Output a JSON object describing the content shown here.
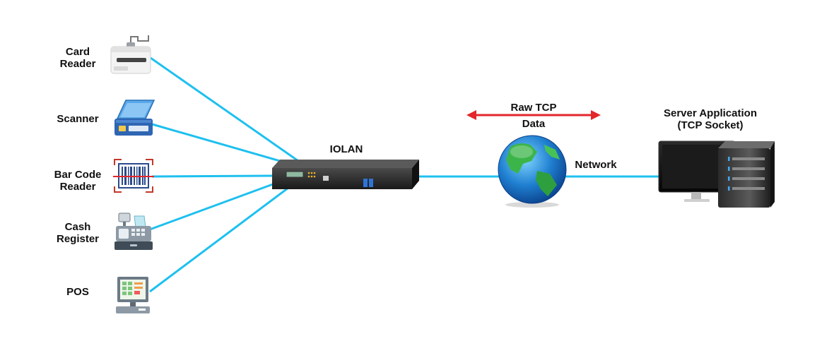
{
  "devices": [
    {
      "line1": "Card",
      "line2": "Reader",
      "icon": "card-reader-icon"
    },
    {
      "line1": "Scanner",
      "line2": "",
      "icon": "scanner-icon"
    },
    {
      "line1": "Bar Code",
      "line2": "Reader",
      "icon": "barcode-reader-icon"
    },
    {
      "line1": "Cash",
      "line2": "Register",
      "icon": "cash-register-icon"
    },
    {
      "line1": "POS",
      "line2": "",
      "icon": "pos-terminal-icon"
    }
  ],
  "gateway": {
    "label": "IOLAN",
    "icon": "iolan-device-server-icon"
  },
  "link": {
    "line1": "Raw TCP",
    "line2": "Data"
  },
  "network": {
    "label": "Network",
    "icon": "globe-icon"
  },
  "server": {
    "line1": "Server Application",
    "line2": "(TCP Socket)",
    "icon": "server-computer-icon"
  },
  "colors": {
    "connector": "#1ec0ef",
    "arrow": "#e3262b",
    "text": "#111111"
  }
}
